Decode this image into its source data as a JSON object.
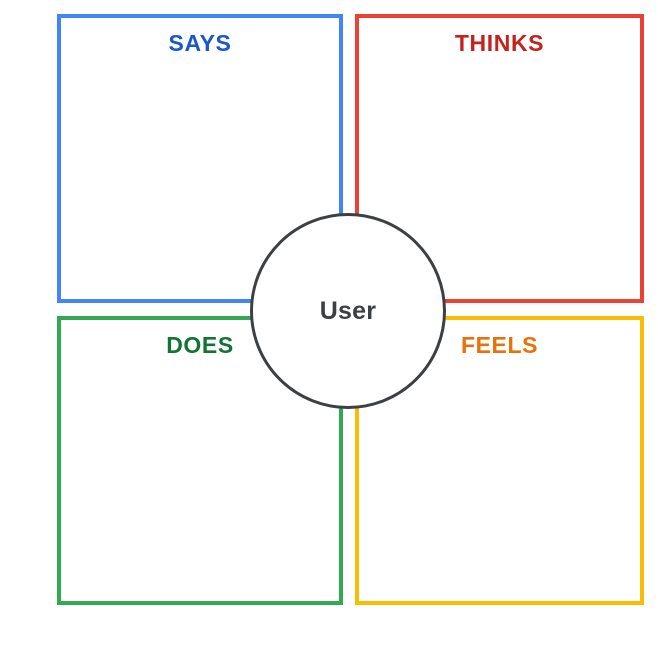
{
  "diagram": {
    "type": "empathy-map",
    "center": {
      "label": "User",
      "text_color": "#3C4043",
      "border_color": "#3C4043",
      "fill_color": "#FFFFFF"
    },
    "quadrants": [
      {
        "key": "says",
        "label": "SAYS",
        "position": "top-left",
        "border_color": "#4285F4",
        "text_color": "#1A56CC",
        "content": ""
      },
      {
        "key": "thinks",
        "label": "THINKS",
        "position": "top-right",
        "border_color": "#EA4335",
        "text_color": "#C5221F",
        "content": ""
      },
      {
        "key": "does",
        "label": "DOES",
        "position": "bottom-left",
        "border_color": "#34A853",
        "text_color": "#137333",
        "content": ""
      },
      {
        "key": "feels",
        "label": "FEELS",
        "position": "bottom-right",
        "border_color": "#FBBC04",
        "text_color": "#E8710A",
        "content": ""
      }
    ]
  }
}
